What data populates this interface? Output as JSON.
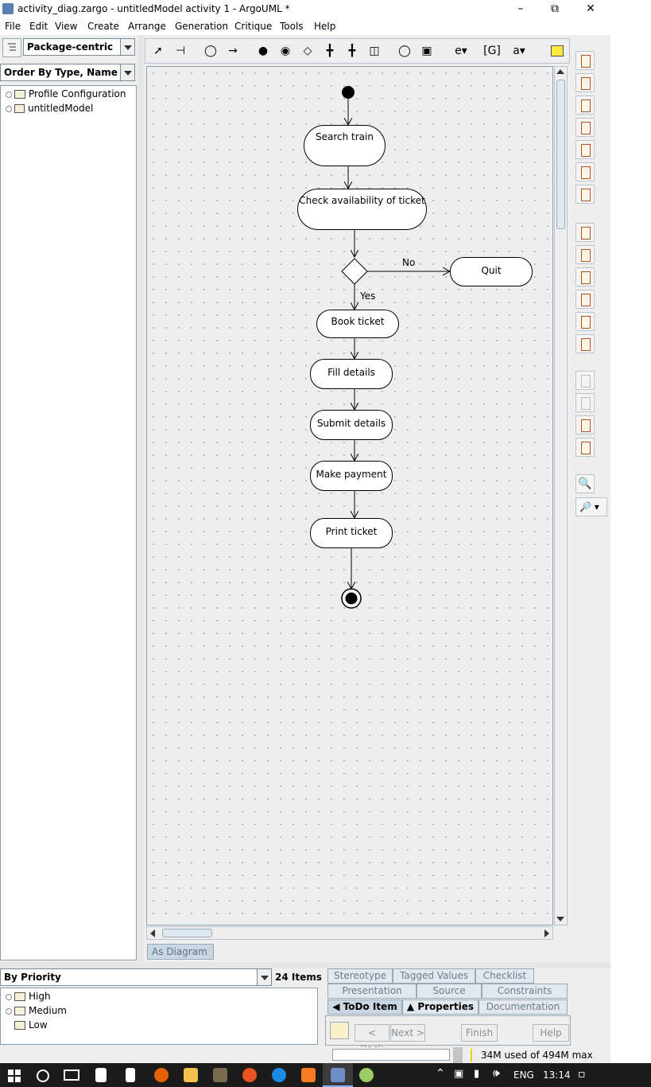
{
  "window": {
    "title": "activity_diag.zargo - untitledModel activity 1 - ArgoUML *",
    "controls": [
      "minimize-icon",
      "restore-icon",
      "close-icon"
    ]
  },
  "menu": [
    "File",
    "Edit",
    "View",
    "Create",
    "Arrange",
    "Generation",
    "Critique",
    "Tools",
    "Help"
  ],
  "explorer": {
    "perspective": "Package-centric",
    "order": "Order By Type, Name",
    "items": [
      "Profile Configuration",
      "untitledModel"
    ]
  },
  "diagram": {
    "nodes": {
      "search": "Search train",
      "check": "Check availability of ticket",
      "quit": "Quit",
      "book": "Book ticket",
      "fill": "Fill details",
      "submit": "Submit details",
      "payment": "Make payment",
      "print": "Print ticket"
    },
    "labels": {
      "no": "No",
      "yes": "Yes"
    },
    "tab": "As Diagram"
  },
  "todo": {
    "mode": "By Priority",
    "count": "24 Items",
    "items": [
      "High",
      "Medium",
      "Low"
    ]
  },
  "details": {
    "tabs_row1": [
      "Stereotype",
      "Tagged Values",
      "Checklist"
    ],
    "tabs_row2": [
      "Presentation",
      "Source",
      "Constraints"
    ],
    "tabs_row3": [
      "ToDo Item",
      "Properties",
      "Documentation"
    ],
    "buttons": {
      "back": "< Back",
      "next": "Next >",
      "finish": "Finish",
      "help": "Help"
    }
  },
  "status": {
    "memory": "34M used of 494M max"
  },
  "taskbar": {
    "language": "ENG",
    "time": "13:14"
  }
}
